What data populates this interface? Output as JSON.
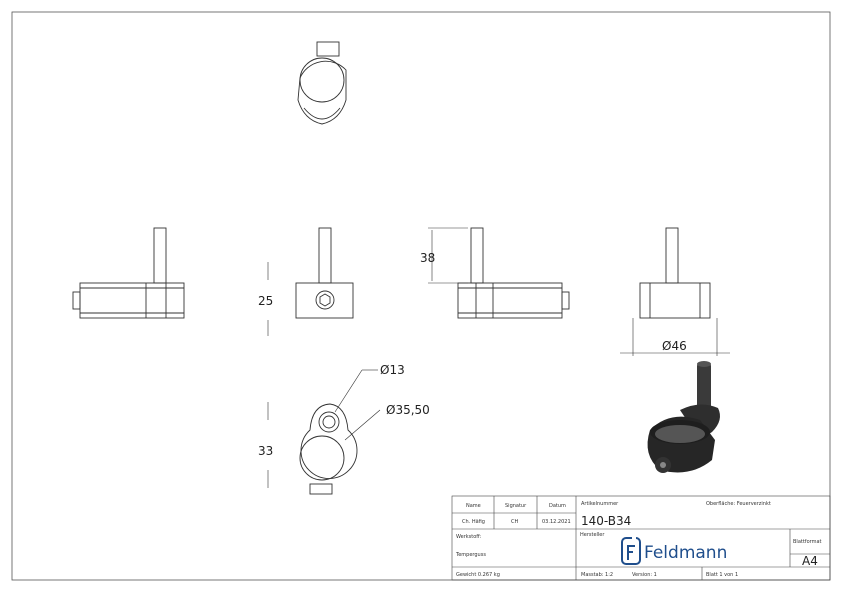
{
  "dimensions": {
    "height_body": "25",
    "height_pin": "38",
    "diameter_outer": "Ø46",
    "diameter_hole": "Ø13",
    "diameter_ring": "Ø35,50",
    "center_distance": "33"
  },
  "title_block": {
    "name_label": "Name",
    "signature_label": "Signatur",
    "date_label": "Datum",
    "name_value": "Ch. Häfig",
    "signature_value": "CH",
    "date_value": "03.12.2021",
    "article_label": "Artikelnummer",
    "article_number": "140-B34",
    "surface": "Oberfläche: Feuerverzinkt",
    "material_label": "Werkstoff:",
    "material_value": "Temperguss",
    "manufacturer_label": "Hersteller",
    "logo_text": "Feldmann",
    "sheet_format_label": "Blattformat",
    "sheet_format_value": "A4",
    "weight": "Gewicht 0.267 kg",
    "scale": "Masstab: 1:2",
    "version": "Version: 1",
    "sheet": "Blatt 1 von 1"
  },
  "colors": {
    "line": "#333333",
    "logo": "#1f4e8c",
    "part_3d": "#2a2a2a"
  }
}
